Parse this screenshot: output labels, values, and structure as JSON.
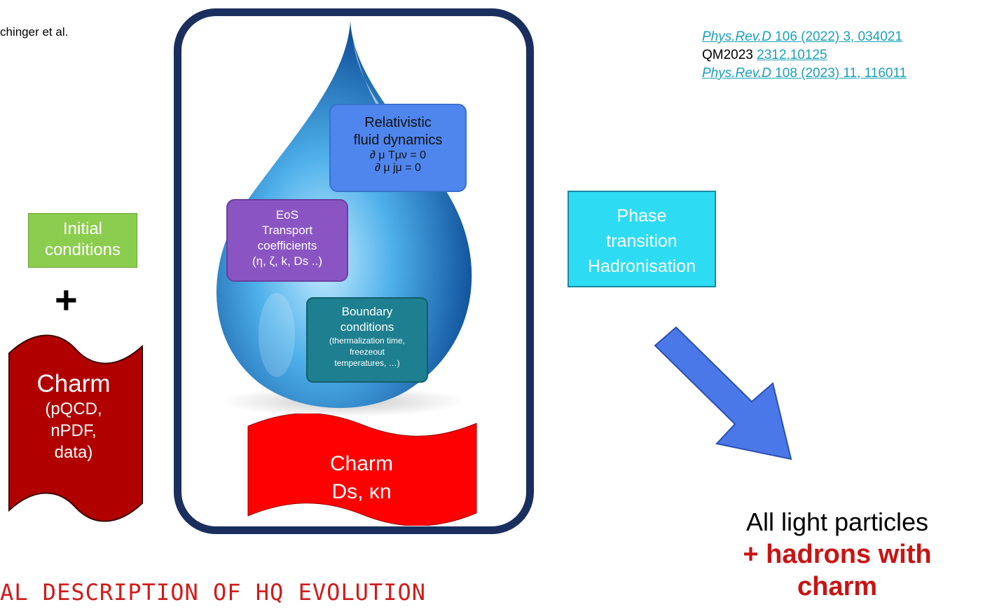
{
  "author_note": "chinger et al.",
  "references": [
    {
      "journal": "Phys.Rev.D",
      "rest": " 106 (2022) 3, 034021",
      "prefix": ""
    },
    {
      "prefix": "QM2023 ",
      "journal": "",
      "rest": "2312.10125"
    },
    {
      "journal": "Phys.Rev.D",
      "rest": " 108 (2023) 11, 116011",
      "prefix": ""
    }
  ],
  "fluid_box": {
    "title1": "Relativistic",
    "title2": "fluid dynamics",
    "eq1": "∂ μ Tμν = 0",
    "eq2": "∂ μ jμ = 0"
  },
  "eos_box": {
    "line1": "EoS",
    "line2": "Transport",
    "line3": "coefficients",
    "line4": "(η, ζ, k, Ds ..)"
  },
  "boundary_box": {
    "line1": "Boundary",
    "line2": "conditions",
    "line3": "(thermalization time,",
    "line4": "freezeout",
    "line5": "temperatures, …)"
  },
  "initial_box": {
    "line1": "Initial",
    "line2": "conditions"
  },
  "plus_sign": "+",
  "charm_left": {
    "title": "Charm",
    "line1": "(pQCD,",
    "line2": "nPDF,",
    "line3": "data)"
  },
  "charm_mid": {
    "title": "Charm",
    "line2": "Ds, κn"
  },
  "phase_box": {
    "line1": "Phase",
    "line2": "transition",
    "line3": "Hadronisation"
  },
  "particles": {
    "line1": "All light particles",
    "line2": "+ hadrons with",
    "line3": "charm"
  },
  "hq_title": "AL DESCRIPTION OF HQ EVOLUTION",
  "colors": {
    "frame": "#1a2f5e",
    "drop": "#2f8fd6",
    "fluid_box": "#4f86ee",
    "eos_box": "#8a55c3",
    "boundary_box": "#1d7f8f",
    "initial_box": "#8bcd4e",
    "phase_box": "#2ddcf2",
    "charm_left": "#b00000",
    "charm_mid": "#ff0000",
    "arrow": "#4a78e8",
    "title_red": "#d11a1a",
    "link": "#1aa0b8"
  }
}
